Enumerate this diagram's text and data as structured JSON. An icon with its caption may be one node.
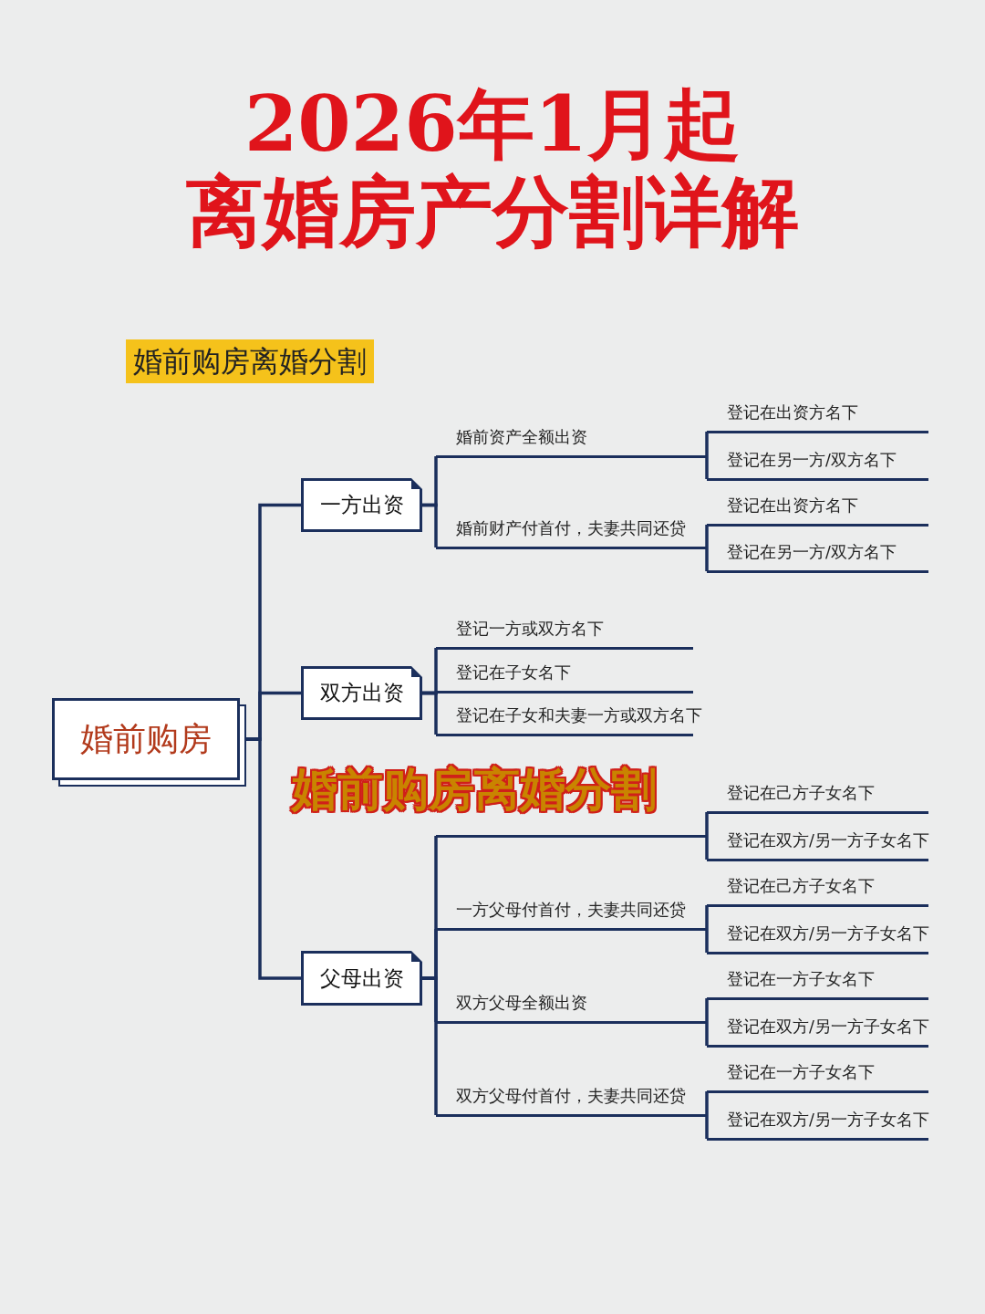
{
  "diagram": {
    "title": "2026年1月起离婚房产分割详解",
    "nodes": [
      {
        "text": [
          "婚前购房"
        ]
      },
      {
        "text": [
          "一方出资"
        ]
      },
      {
        "text": [
          "婚前资产全额出资"
        ]
      },
      {
        "text": [
          "登记在出资方名下"
        ]
      },
      {
        "text": [
          "登记在另一方/双方名下"
        ]
      },
      {
        "text": [
          "婚前财产付首付，夫妻共同还贷"
        ]
      },
      {
        "text": [
          "登记在出资方名下"
        ]
      },
      {
        "text": [
          "登记在另一方/双方名下"
        ]
      },
      {
        "text": [
          "双方出资"
        ]
      },
      {
        "text": [
          "登记一方或双方名下"
        ]
      },
      {
        "text": [
          "登记在子女名下"
        ]
      },
      {
        "text": [
          "登记在子女和夫妻一方或双方名下"
        ]
      },
      {
        "text": [
          "父母出资"
        ]
      },
      {
        "text": [],
        "shape": "bar"
      },
      {
        "text": [
          "登记在己方子女名下"
        ]
      },
      {
        "text": [
          "登记在双方/另一方子女名下"
        ]
      },
      {
        "text": [
          "一方父母付首付，夫妻共同还贷"
        ]
      },
      {
        "text": [
          "登记在己方子女名下"
        ]
      },
      {
        "text": [
          "登记在双方/另一方子女名下"
        ]
      },
      {
        "text": [
          "双方父母全额出资"
        ]
      },
      {
        "text": [
          "登记在一方子女名下"
        ]
      },
      {
        "text": [
          "登记在双方/另一方子女名下"
        ]
      },
      {
        "text": [
          "双方父母付首付，夫妻共同还贷"
        ]
      },
      {
        "text": [
          "登记在一方子女名下"
        ]
      },
      {
        "text": [
          "登记在双方/另一方子女名下"
        ]
      }
    ],
    "edges": [
      {
        "from": 0,
        "to": 1,
        "arrow": "none"
      },
      {
        "from": 0,
        "to": 8,
        "arrow": "none"
      },
      {
        "from": 0,
        "to": 12,
        "arrow": "none"
      },
      {
        "from": 1,
        "to": 2,
        "arrow": "none"
      },
      {
        "from": 1,
        "to": 5,
        "arrow": "none"
      },
      {
        "from": 2,
        "to": 3,
        "arrow": "none"
      },
      {
        "from": 2,
        "to": 4,
        "arrow": "none"
      },
      {
        "from": 5,
        "to": 6,
        "arrow": "none"
      },
      {
        "from": 5,
        "to": 7,
        "arrow": "none"
      },
      {
        "from": 8,
        "to": 9,
        "arrow": "none"
      },
      {
        "from": 8,
        "to": 10,
        "arrow": "none"
      },
      {
        "from": 8,
        "to": 11,
        "arrow": "none"
      },
      {
        "from": 12,
        "to": 13,
        "arrow": "none"
      },
      {
        "from": 12,
        "to": 16,
        "arrow": "none"
      },
      {
        "from": 12,
        "to": 19,
        "arrow": "none"
      },
      {
        "from": 12,
        "to": 22,
        "arrow": "none"
      },
      {
        "from": 13,
        "to": 14,
        "arrow": "none"
      },
      {
        "from": 13,
        "to": 15,
        "arrow": "none"
      },
      {
        "from": 16,
        "to": 17,
        "arrow": "none"
      },
      {
        "from": 16,
        "to": 18,
        "arrow": "none"
      },
      {
        "from": 19,
        "to": 20,
        "arrow": "none"
      },
      {
        "from": 19,
        "to": 21,
        "arrow": "none"
      },
      {
        "from": 22,
        "to": 23,
        "arrow": "none"
      },
      {
        "from": 22,
        "to": 24,
        "arrow": "none"
      }
    ],
    "labels": [
      "婚前购房离婚分割",
      "婚前购房离婚分割"
    ]
  }
}
